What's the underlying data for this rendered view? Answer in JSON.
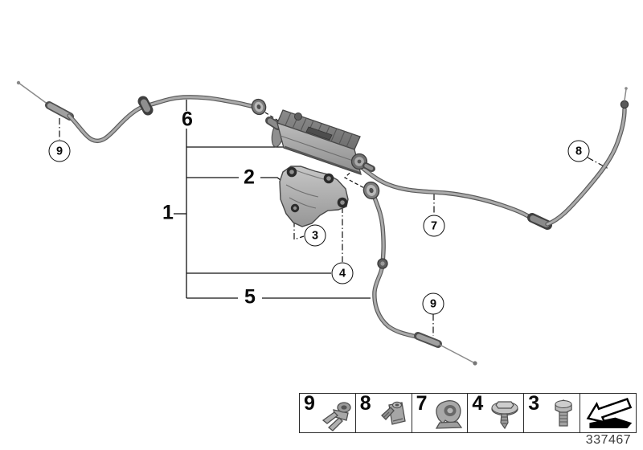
{
  "palette": {
    "edge": "#5c5c5c",
    "cable": "#ababab",
    "callout": "#111111",
    "doc": "#3c3c3c",
    "part_dark": "#7e7e7e",
    "part_mid": "#a6a6a6"
  },
  "callouts": {
    "plain": [
      {
        "id": "pos-1",
        "label": "1"
      },
      {
        "id": "pos-2",
        "label": "2"
      },
      {
        "id": "pos-5",
        "label": "5"
      },
      {
        "id": "pos-6",
        "label": "6"
      }
    ],
    "circled": [
      {
        "id": "pos-9-left",
        "label": "9"
      },
      {
        "id": "pos-8",
        "label": "8"
      },
      {
        "id": "pos-7",
        "label": "7"
      },
      {
        "id": "pos-3",
        "label": "3"
      },
      {
        "id": "pos-4",
        "label": "4"
      },
      {
        "id": "pos-9-right",
        "label": "9"
      }
    ]
  },
  "legend": {
    "items": [
      {
        "label": "9",
        "icon": "fork-retainer-icon"
      },
      {
        "label": "8",
        "icon": "clamp-icon"
      },
      {
        "label": "7",
        "icon": "cable-clip-icon"
      },
      {
        "label": "4",
        "icon": "push-rivet-icon"
      },
      {
        "label": "3",
        "icon": "hex-bolt-icon"
      }
    ],
    "arrow_icon": "continue-arrow-icon"
  },
  "footer": {
    "doc_number": "337467"
  }
}
